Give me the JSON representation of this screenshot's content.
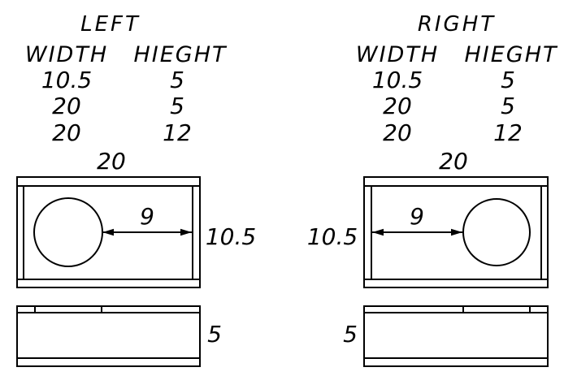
{
  "left": {
    "title": "LEFT",
    "table": {
      "headers": [
        "WIDTH",
        "HIEGHT"
      ],
      "rows": [
        [
          "10.5",
          "5"
        ],
        [
          "20",
          "5"
        ],
        [
          "20",
          "12"
        ]
      ]
    },
    "top_width": "20",
    "distance": "9",
    "side_dim": "10.5",
    "front_height": "5"
  },
  "right": {
    "title": "RIGHT",
    "table": {
      "headers": [
        "WIDTH",
        "HIEGHT"
      ],
      "rows": [
        [
          "10.5",
          "5"
        ],
        [
          "20",
          "5"
        ],
        [
          "20",
          "12"
        ]
      ]
    },
    "top_width": "20",
    "distance": "9",
    "side_dim": "10.5",
    "front_height": "5"
  }
}
